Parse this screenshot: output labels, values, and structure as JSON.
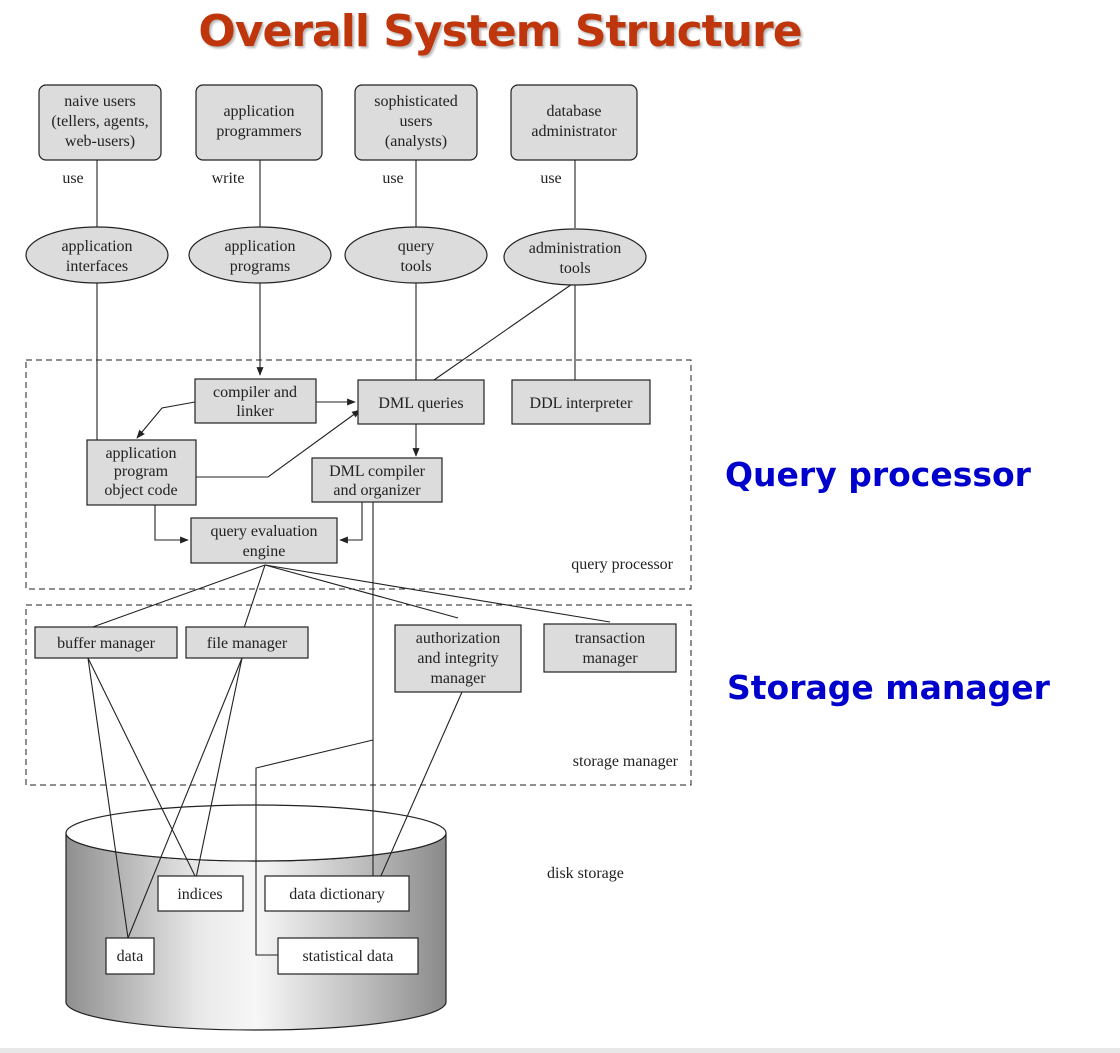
{
  "title": "Overall System Structure",
  "side_labels": {
    "query_processor": "Query processor",
    "storage_manager": "Storage manager"
  },
  "users": {
    "naive": [
      "naive users",
      "(tellers, agents,",
      "web-users)"
    ],
    "programmers": [
      "application",
      "programmers"
    ],
    "sophisticated": [
      "sophisticated",
      "users",
      "(analysts)"
    ],
    "dba": [
      "database",
      "administrator"
    ]
  },
  "edge_labels": {
    "naive": "use",
    "programmers": "write",
    "sophisticated": "use",
    "dba": "use"
  },
  "tools": {
    "app_interfaces": [
      "application",
      "interfaces"
    ],
    "app_programs": [
      "application",
      "programs"
    ],
    "query_tools": [
      "query",
      "tools"
    ],
    "admin_tools": [
      "administration",
      "tools"
    ]
  },
  "query_processor": {
    "compiler_linker": [
      "compiler and",
      "linker"
    ],
    "dml_queries": "DML queries",
    "ddl_interpreter": "DDL interpreter",
    "app_object_code": [
      "application",
      "program",
      "object code"
    ],
    "dml_compiler": [
      "DML compiler",
      "and organizer"
    ],
    "query_eval_engine": [
      "query evaluation",
      "engine"
    ],
    "region_label": "query processor"
  },
  "storage_manager": {
    "buffer_manager": "buffer manager",
    "file_manager": "file manager",
    "auth_integrity": [
      "authorization",
      "and integrity",
      "manager"
    ],
    "transaction_manager": [
      "transaction",
      "manager"
    ],
    "region_label": "storage manager"
  },
  "disk": {
    "label": "disk storage",
    "indices": "indices",
    "data_dictionary": "data dictionary",
    "data": "data",
    "statistical_data": "statistical data"
  }
}
